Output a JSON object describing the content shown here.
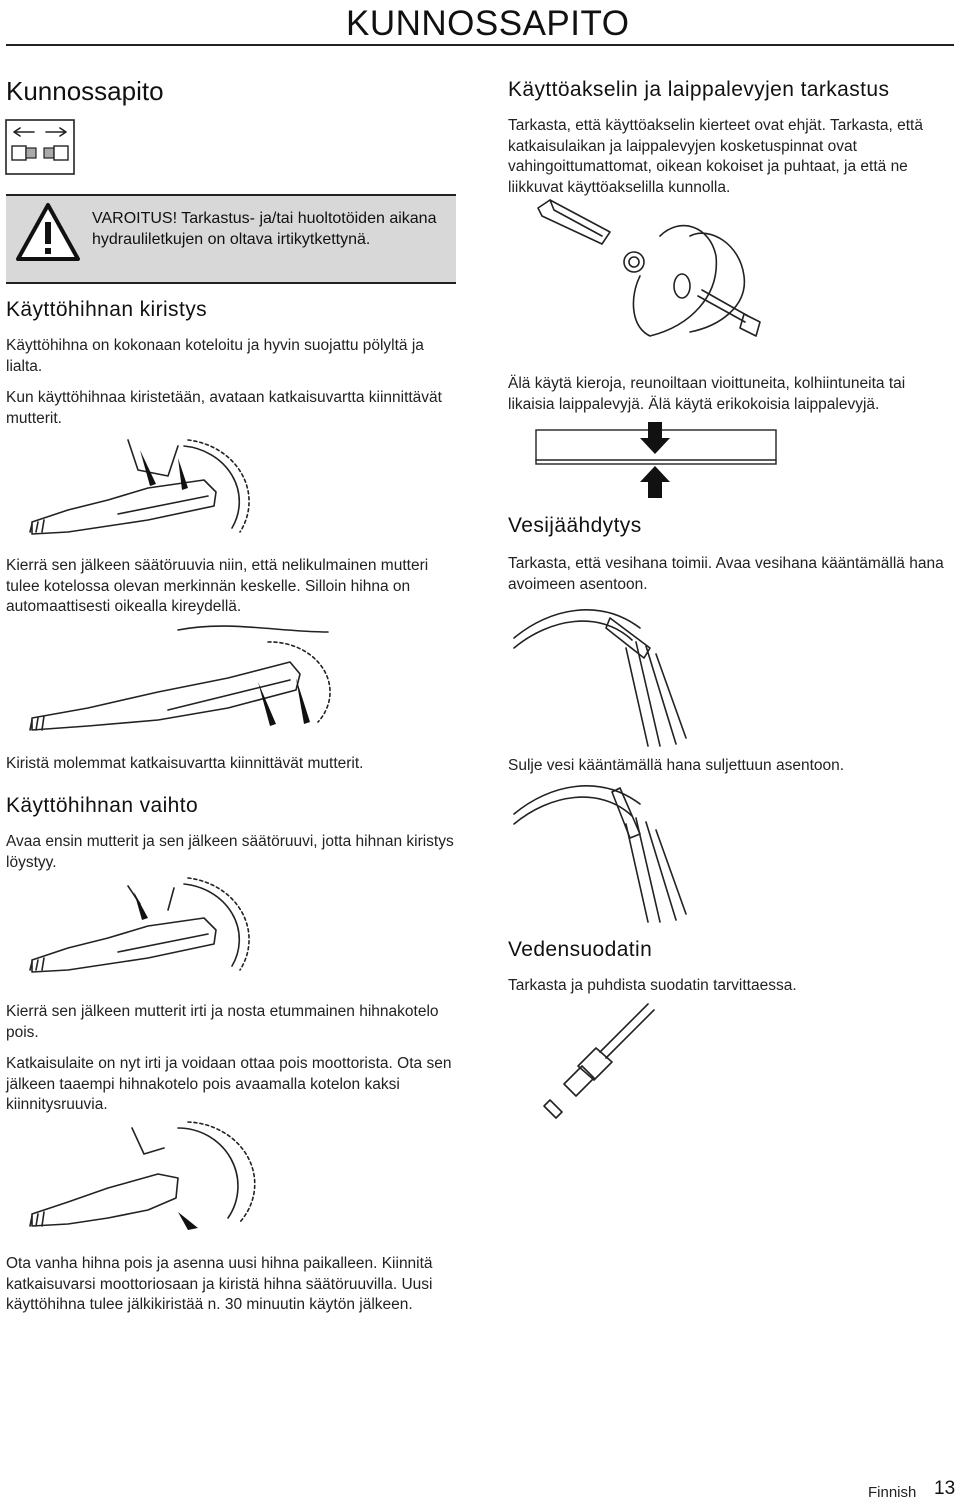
{
  "header": {
    "title": "KUNNOSSAPITO"
  },
  "left": {
    "section_title": "Kunnossapito",
    "warning": "VAROITUS! Tarkastus- ja/tai huoltotöiden aikana hydrauliletkujen on oltava irtikytkettynä.",
    "belt_tension": {
      "heading": "Käyttöhihnan kiristys",
      "p1": "Käyttöhihna on kokonaan koteloitu ja hyvin suojattu pölyltä ja lialta.",
      "p2": "Kun käyttöhihnaa kiristetään, avataan katkaisuvartta kiinnittävät mutterit.",
      "p3": "Kierrä sen jälkeen säätöruuvia niin, että nelikulmainen mutteri tulee kotelossa olevan merkinnän keskelle. Silloin hihna on automaattisesti oikealla kireydellä.",
      "p4": "Kiristä molemmat katkaisuvartta kiinnittävät mutterit."
    },
    "belt_change": {
      "heading": "Käyttöhihnan vaihto",
      "p1": "Avaa ensin mutterit ja sen jälkeen säätöruuvi, jotta hihnan kiristys löystyy.",
      "p2": "Kierrä sen jälkeen mutterit irti ja nosta etummainen hihnakotelo pois.",
      "p3": "Katkaisulaite on nyt irti ja voidaan ottaa pois moottorista. Ota sen jälkeen taaempi hihnakotelo pois avaamalla kotelon kaksi kiinnitysruuvia.",
      "p4": "Ota vanha hihna pois ja asenna uusi hihna paikalleen. Kiinnitä katkaisuvarsi moottoriosaan ja kiristä hihna säätöruuvilla. Uusi käyttöhihna tulee jälkikiristää n. 30 minuutin käytön jälkeen."
    }
  },
  "right": {
    "shaft": {
      "heading": "Käyttöakselin ja laippalevyjen tarkastus",
      "p1": "Tarkasta, että käyttöakselin kierteet ovat ehjät. Tarkasta, että katkaisulaikan ja laippalevyjen kosketuspinnat ovat vahingoittumattomat, oikean kokoiset ja puhtaat, ja että ne liikkuvat käyttöakselilla kunnolla.",
      "p2": "Älä käytä kieroja, reunoiltaan vioittuneita, kolhiintuneita tai likaisia laippalevyjä. Älä käytä erikokoisia laippalevyjä."
    },
    "cooling": {
      "heading": "Vesijäähdytys",
      "p1": "Tarkasta, että vesihana toimii. Avaa vesihana kääntämällä hana avoimeen asentoon.",
      "p2": "Sulje vesi kääntämällä hana suljettuun asentoon."
    },
    "filter": {
      "heading": "Vedensuodatin",
      "p1": "Tarkasta ja puhdista suodatin tarvittaessa."
    }
  },
  "footer": {
    "language": "Finnish",
    "page": "13"
  }
}
